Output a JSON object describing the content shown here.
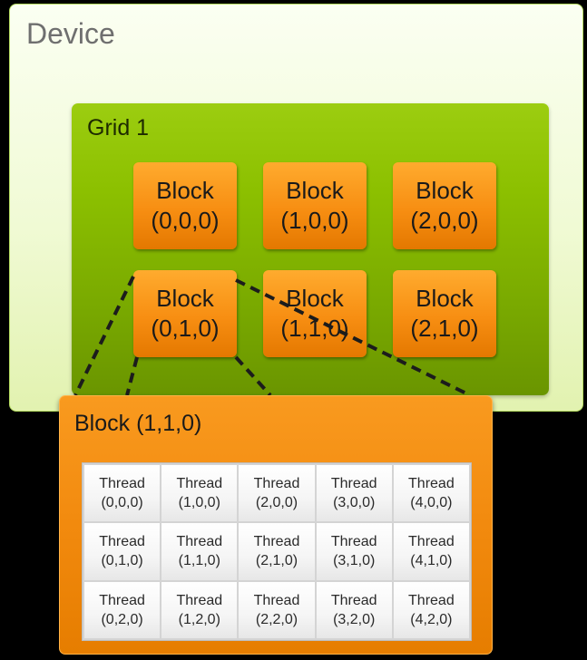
{
  "device": {
    "title": "Device"
  },
  "grid": {
    "title": "Grid 1",
    "blocks": [
      {
        "label": "Block",
        "index": "(0,0,0)"
      },
      {
        "label": "Block",
        "index": "(1,0,0)"
      },
      {
        "label": "Block",
        "index": "(2,0,0)"
      },
      {
        "label": "Block",
        "index": "(0,1,0)"
      },
      {
        "label": "Block",
        "index": "(1,1,0)"
      },
      {
        "label": "Block",
        "index": "(2,1,0)"
      }
    ]
  },
  "detail": {
    "title": "Block (1,1,0)",
    "threads": [
      {
        "label": "Thread",
        "index": "(0,0,0)"
      },
      {
        "label": "Thread",
        "index": "(1,0,0)"
      },
      {
        "label": "Thread",
        "index": "(2,0,0)"
      },
      {
        "label": "Thread",
        "index": "(3,0,0)"
      },
      {
        "label": "Thread",
        "index": "(4,0,0)"
      },
      {
        "label": "Thread",
        "index": "(0,1,0)"
      },
      {
        "label": "Thread",
        "index": "(1,1,0)"
      },
      {
        "label": "Thread",
        "index": "(2,1,0)"
      },
      {
        "label": "Thread",
        "index": "(3,1,0)"
      },
      {
        "label": "Thread",
        "index": "(4,1,0)"
      },
      {
        "label": "Thread",
        "index": "(0,2,0)"
      },
      {
        "label": "Thread",
        "index": "(1,2,0)"
      },
      {
        "label": "Thread",
        "index": "(2,2,0)"
      },
      {
        "label": "Thread",
        "index": "(3,2,0)"
      },
      {
        "label": "Thread",
        "index": "(4,2,0)"
      }
    ]
  },
  "colors": {
    "device_bg": "#f0fad4",
    "grid_bg": "#8cc000",
    "block_bg": "#f78e12",
    "detail_bg": "#f28a0e",
    "thread_bg": "#f5f5f5"
  }
}
